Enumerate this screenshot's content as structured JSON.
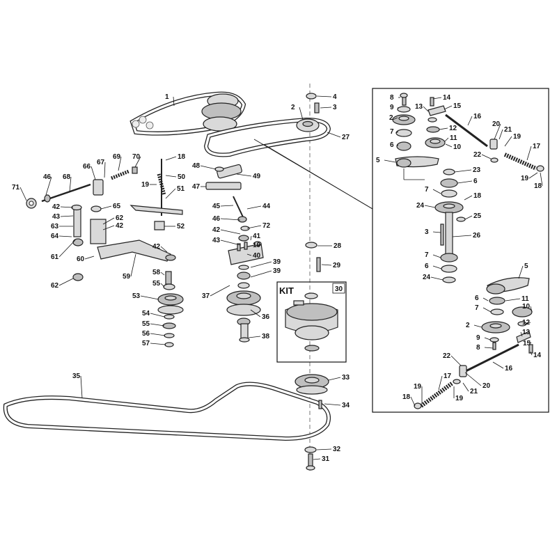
{
  "kit": {
    "title": "KIT",
    "number": "30"
  },
  "colors": {
    "kit_number": "#d51c1c",
    "lines": "#111111"
  },
  "labels": [
    {
      "id": "c1",
      "text": "1"
    },
    {
      "id": "c2",
      "text": "2"
    },
    {
      "id": "c3",
      "text": "3"
    },
    {
      "id": "c4",
      "text": "4"
    },
    {
      "id": "c27",
      "text": "27"
    },
    {
      "id": "c18a",
      "text": "18"
    },
    {
      "id": "c50",
      "text": "50"
    },
    {
      "id": "c19a",
      "text": "19"
    },
    {
      "id": "c51",
      "text": "51"
    },
    {
      "id": "c52",
      "text": "52"
    },
    {
      "id": "c66",
      "text": "66"
    },
    {
      "id": "c67",
      "text": "67"
    },
    {
      "id": "c69",
      "text": "69"
    },
    {
      "id": "c70",
      "text": "70"
    },
    {
      "id": "c46",
      "text": "46"
    },
    {
      "id": "c68",
      "text": "68"
    },
    {
      "id": "c71",
      "text": "71"
    },
    {
      "id": "c42a",
      "text": "42"
    },
    {
      "id": "c65",
      "text": "65"
    },
    {
      "id": "c43a",
      "text": "43"
    },
    {
      "id": "c62",
      "text": "62"
    },
    {
      "id": "c42b",
      "text": "42"
    },
    {
      "id": "c63",
      "text": "63"
    },
    {
      "id": "c64",
      "text": "64"
    },
    {
      "id": "c61",
      "text": "61"
    },
    {
      "id": "c60",
      "text": "60"
    },
    {
      "id": "c42c",
      "text": "42"
    },
    {
      "id": "c59",
      "text": "59"
    },
    {
      "id": "c62b",
      "text": "62"
    },
    {
      "id": "c48",
      "text": "48"
    },
    {
      "id": "c49",
      "text": "49"
    },
    {
      "id": "c47",
      "text": "47"
    },
    {
      "id": "c45",
      "text": "45"
    },
    {
      "id": "c44",
      "text": "44"
    },
    {
      "id": "c46b",
      "text": "46"
    },
    {
      "id": "c72",
      "text": "72"
    },
    {
      "id": "c42d",
      "text": "42"
    },
    {
      "id": "c41",
      "text": "41"
    },
    {
      "id": "c43b",
      "text": "43"
    },
    {
      "id": "c19b",
      "text": "19"
    },
    {
      "id": "c40",
      "text": "40"
    },
    {
      "id": "c39a",
      "text": "39"
    },
    {
      "id": "c39b",
      "text": "39"
    },
    {
      "id": "c37",
      "text": "37"
    },
    {
      "id": "c36",
      "text": "36"
    },
    {
      "id": "c38",
      "text": "38"
    },
    {
      "id": "c58",
      "text": "58"
    },
    {
      "id": "c55a",
      "text": "55"
    },
    {
      "id": "c53",
      "text": "53"
    },
    {
      "id": "c54",
      "text": "54"
    },
    {
      "id": "c55b",
      "text": "55"
    },
    {
      "id": "c56",
      "text": "56"
    },
    {
      "id": "c57",
      "text": "57"
    },
    {
      "id": "c28",
      "text": "28"
    },
    {
      "id": "c29",
      "text": "29"
    },
    {
      "id": "c35",
      "text": "35"
    },
    {
      "id": "c33",
      "text": "33"
    },
    {
      "id": "c34",
      "text": "34"
    },
    {
      "id": "c32",
      "text": "32"
    },
    {
      "id": "c31",
      "text": "31"
    },
    {
      "id": "i8a",
      "text": "8"
    },
    {
      "id": "i14a",
      "text": "14"
    },
    {
      "id": "i9a",
      "text": "9"
    },
    {
      "id": "i13a",
      "text": "13"
    },
    {
      "id": "i15a",
      "text": "15"
    },
    {
      "id": "i2a",
      "text": "2"
    },
    {
      "id": "i12a",
      "text": "12"
    },
    {
      "id": "i16a",
      "text": "16"
    },
    {
      "id": "i7a",
      "text": "7"
    },
    {
      "id": "i11a",
      "text": "11"
    },
    {
      "id": "i20a",
      "text": "20"
    },
    {
      "id": "i21a",
      "text": "21"
    },
    {
      "id": "i6a",
      "text": "6"
    },
    {
      "id": "i10a",
      "text": "10"
    },
    {
      "id": "i19a",
      "text": "19"
    },
    {
      "id": "i17a",
      "text": "17"
    },
    {
      "id": "i22a",
      "text": "22"
    },
    {
      "id": "i5a",
      "text": "5"
    },
    {
      "id": "i23",
      "text": "23"
    },
    {
      "id": "i19b",
      "text": "19"
    },
    {
      "id": "i18a",
      "text": "18"
    },
    {
      "id": "i6b",
      "text": "6"
    },
    {
      "id": "i7b",
      "text": "7"
    },
    {
      "id": "i18b",
      "text": "18"
    },
    {
      "id": "i24a",
      "text": "24"
    },
    {
      "id": "i25",
      "text": "25"
    },
    {
      "id": "i3",
      "text": "3"
    },
    {
      "id": "i26",
      "text": "26"
    },
    {
      "id": "i7c",
      "text": "7"
    },
    {
      "id": "i6c",
      "text": "6"
    },
    {
      "id": "i24b",
      "text": "24"
    },
    {
      "id": "i5b",
      "text": "5"
    },
    {
      "id": "i11b",
      "text": "11"
    },
    {
      "id": "i7d",
      "text": "7"
    },
    {
      "id": "i10b",
      "text": "10"
    },
    {
      "id": "i6d",
      "text": "6"
    },
    {
      "id": "i2b",
      "text": "2"
    },
    {
      "id": "i12b",
      "text": "12"
    },
    {
      "id": "i9b",
      "text": "9"
    },
    {
      "id": "i13b",
      "text": "13"
    },
    {
      "id": "i8b",
      "text": "8"
    },
    {
      "id": "i15b",
      "text": "15"
    },
    {
      "id": "i22b",
      "text": "22"
    },
    {
      "id": "i14b",
      "text": "14"
    },
    {
      "id": "i16b",
      "text": "16"
    },
    {
      "id": "i17b",
      "text": "17"
    },
    {
      "id": "i20b",
      "text": "20"
    },
    {
      "id": "i19c",
      "text": "19"
    },
    {
      "id": "i19d",
      "text": "19"
    },
    {
      "id": "i21b",
      "text": "21"
    },
    {
      "id": "i18c",
      "text": "18"
    }
  ]
}
